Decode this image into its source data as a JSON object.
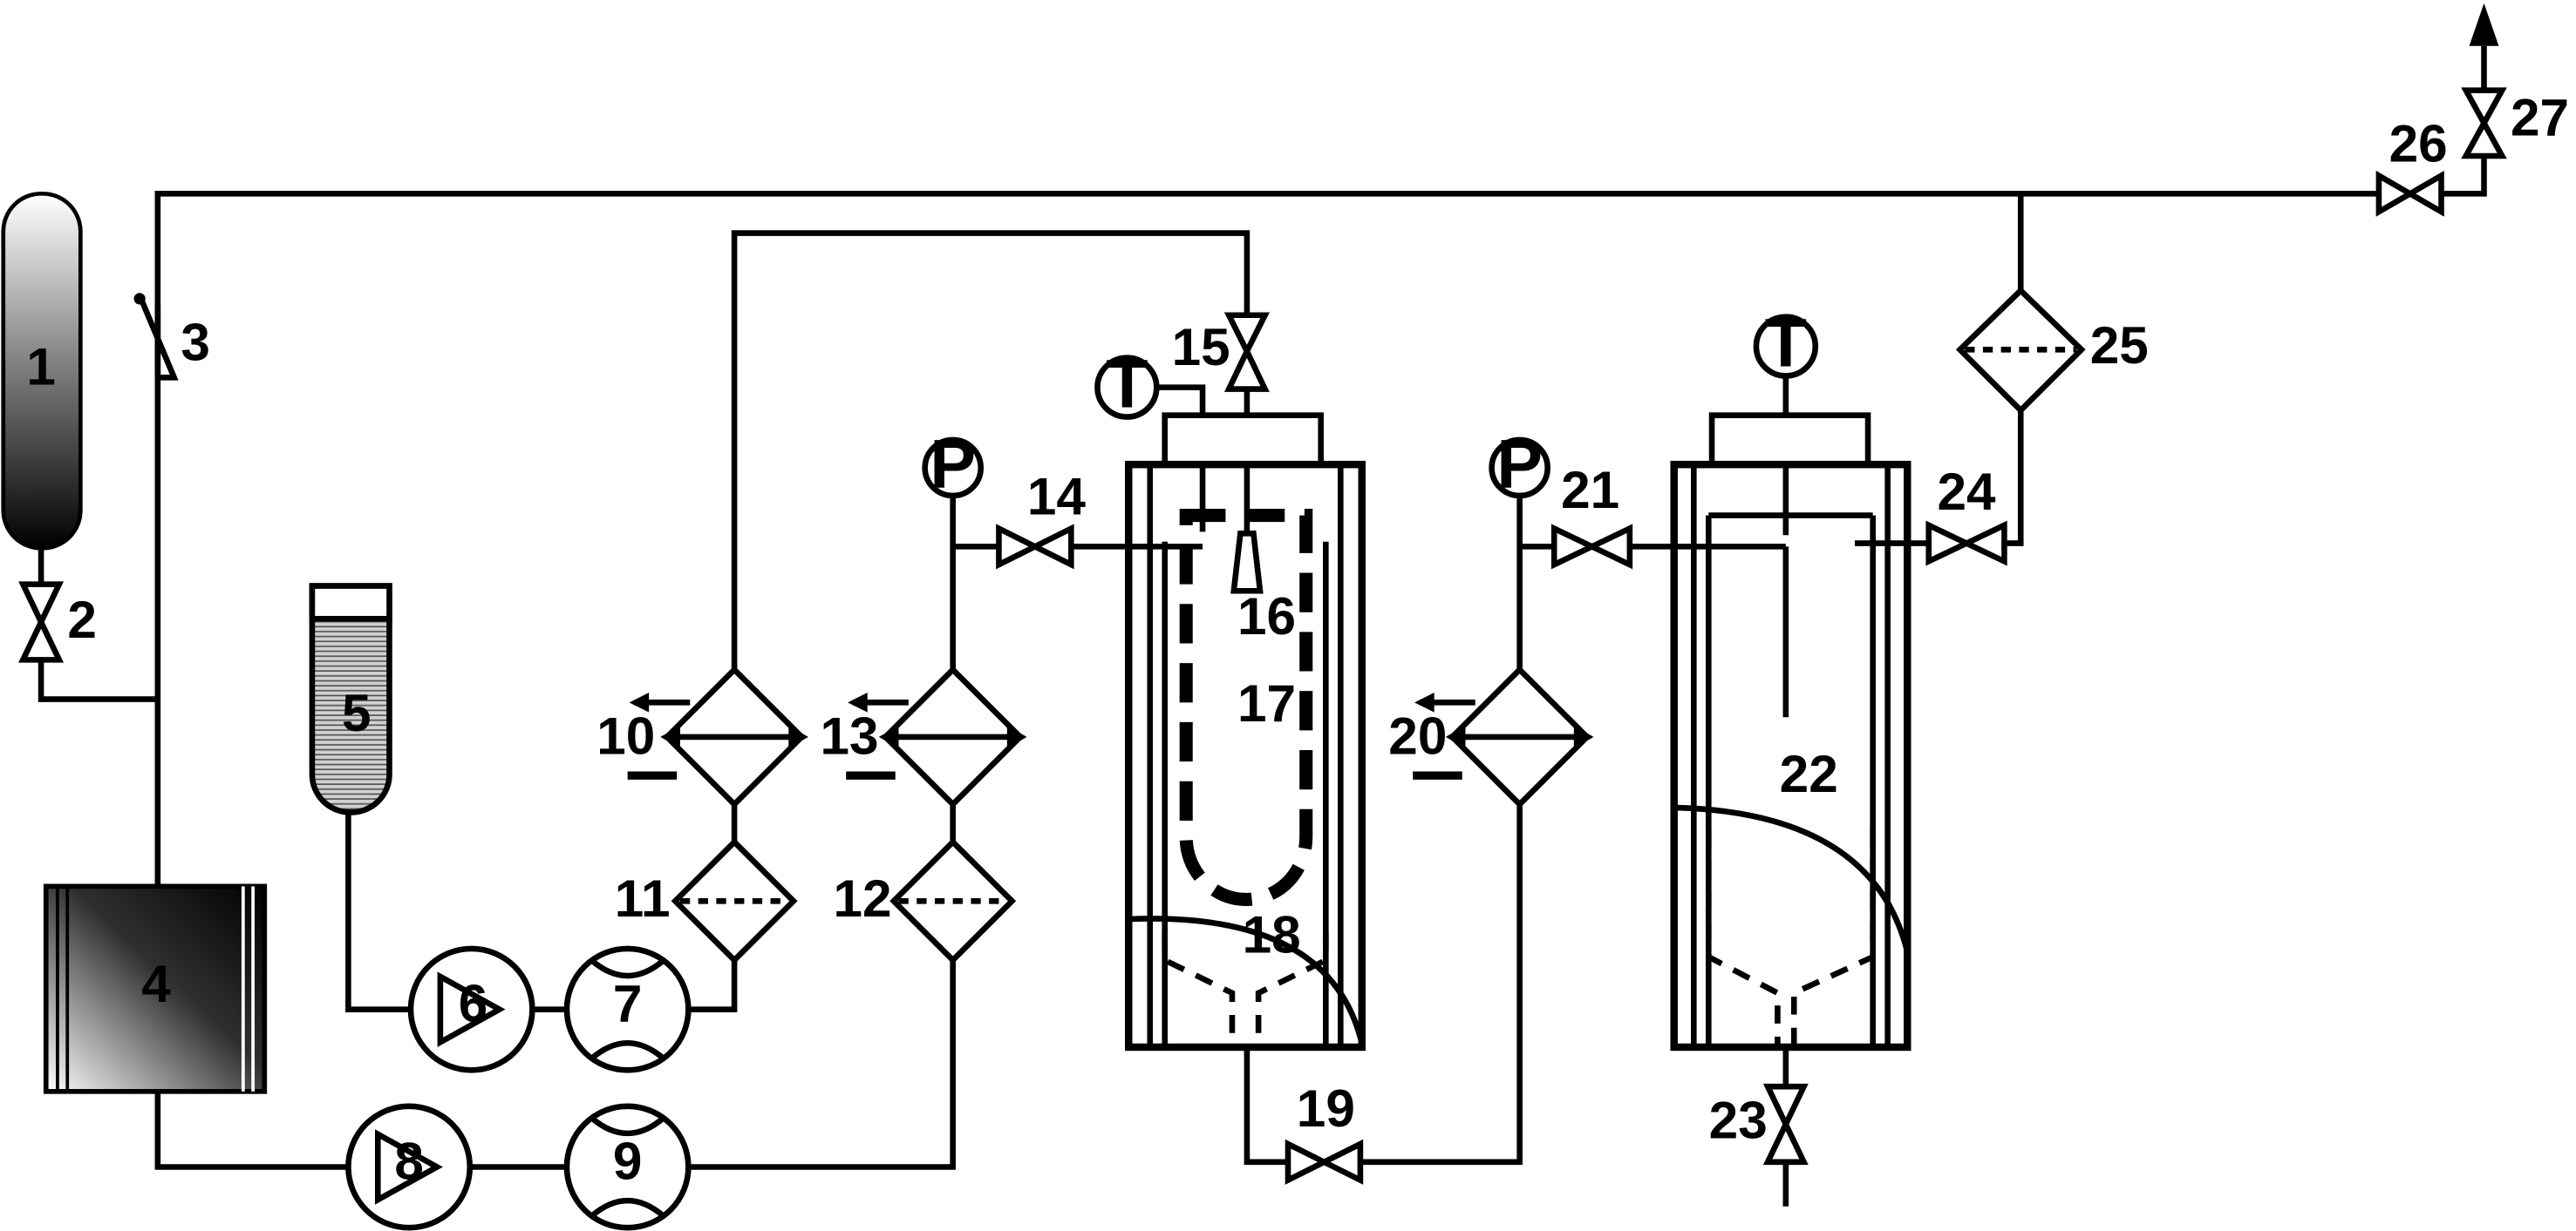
{
  "labels": {
    "c1": "1",
    "c2": "2",
    "c3": "3",
    "c4": "4",
    "c5": "5",
    "c6": "6",
    "c7": "7",
    "c8": "8",
    "c9": "9",
    "c10": "10",
    "c11": "11",
    "c12": "12",
    "c13": "13",
    "c14": "14",
    "c15": "15",
    "c16": "16",
    "c17": "17",
    "c18": "18",
    "c19": "19",
    "c20": "20",
    "c21": "21",
    "c22": "22",
    "c23": "23",
    "c24": "24",
    "c25": "25",
    "c26": "26",
    "c27": "27"
  },
  "gauges": {
    "pressure": "P",
    "temperature": "T"
  }
}
